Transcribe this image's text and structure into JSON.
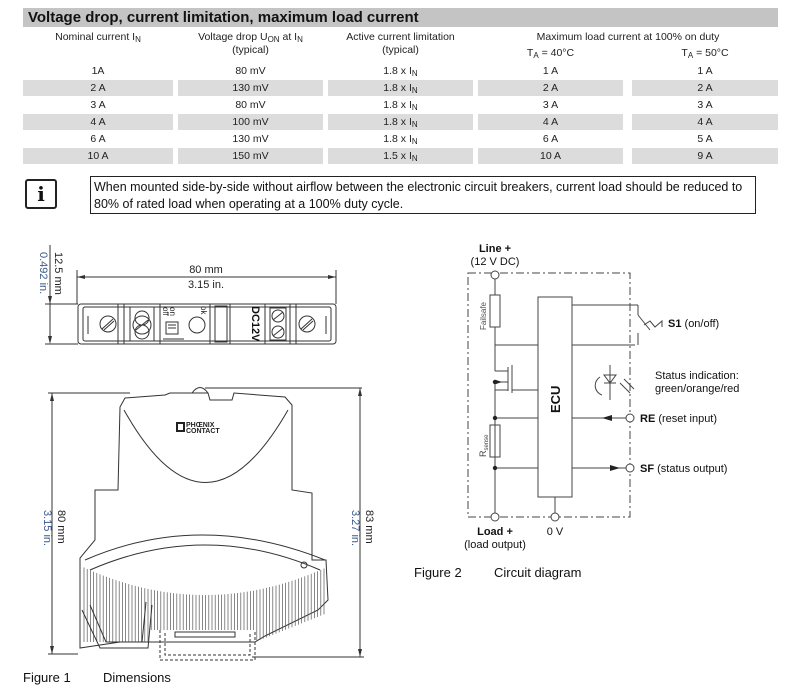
{
  "section": {
    "title": "Voltage drop, current limitation, maximum load current"
  },
  "table": {
    "headers": {
      "nominal": {
        "text": "Nominal current I",
        "sub": "N"
      },
      "voltage_drop": {
        "text": "Voltage drop U",
        "sub1": "ON",
        "mid": " at I",
        "sub2": "N",
        "line2": "(typical)"
      },
      "active_limit": {
        "line1": "Active current limitation",
        "line2": "(typical)"
      },
      "max_load": {
        "line1": "Maximum load current at 100% on duty",
        "ta40": {
          "text": "T",
          "sub": "A",
          "rest": " = 40°C"
        },
        "ta50": {
          "text": "T",
          "sub": "A",
          "rest": " = 50°C"
        }
      }
    },
    "rows": [
      {
        "nominal": "1A",
        "voltage_drop": "80 mV",
        "limit": "1.8 x I",
        "limit_sub": "N",
        "ta40": "1 A",
        "ta50": "1 A"
      },
      {
        "nominal": "2 A",
        "voltage_drop": "130 mV",
        "limit": "1.8 x I",
        "limit_sub": "N",
        "ta40": "2 A",
        "ta50": "2 A"
      },
      {
        "nominal": "3 A",
        "voltage_drop": "80 mV",
        "limit": "1.8 x I",
        "limit_sub": "N",
        "ta40": "3 A",
        "ta50": "3 A"
      },
      {
        "nominal": "4 A",
        "voltage_drop": "100 mV",
        "limit": "1.8 x I",
        "limit_sub": "N",
        "ta40": "4 A",
        "ta50": "4 A"
      },
      {
        "nominal": "6 A",
        "voltage_drop": "130 mV",
        "limit": "1.8 x I",
        "limit_sub": "N",
        "ta40": "6 A",
        "ta50": "5 A"
      },
      {
        "nominal": "10 A",
        "voltage_drop": "150 mV",
        "limit": "1.5 x I",
        "limit_sub": "N",
        "ta40": "10 A",
        "ta50": "9 A"
      }
    ]
  },
  "note": {
    "icon": "info-icon",
    "icon_glyph": "i",
    "text": "When mounted side-by-side without airflow between the electronic circuit breakers, current load should be reduced to 80% of rated load when operating at a 100% duty cycle."
  },
  "figure1": {
    "number": "Figure 1",
    "caption": "Dimensions",
    "width_mm": "80 mm",
    "width_in": "3.15 in.",
    "depth_mm": "12.5 mm",
    "depth_in": "0.492 in.",
    "height_mm": "80 mm",
    "height_in": "3.15 in.",
    "height2_mm": "83 mm",
    "height2_in": "3.27 in.",
    "device_label": "DC12V",
    "switch_on": "on",
    "switch_off": "off",
    "ok_label": "ok",
    "brand_line1": "PHŒNIX",
    "brand_line2": "CONTACT"
  },
  "figure2": {
    "number": "Figure 2",
    "caption": "Circuit diagram",
    "line_plus": "Line +",
    "line_voltage": "(12 V DC)",
    "failsafe": "Failsafe",
    "ecu": "ECU",
    "s1_bold": "S1",
    "s1_rest": " (on/off)",
    "status_line1": "Status indication:",
    "status_line2": "green/orange/red",
    "re_bold": "RE",
    "re_rest": " (reset input)",
    "sf_bold": "SF",
    "sf_rest": " (status output)",
    "rsense": "R",
    "rsense_sub": "sense",
    "load_plus": "Load +",
    "load_output": "(load output)",
    "zero_v": "0 V"
  },
  "colors": {
    "section_bar": "#c4c4c4",
    "row_shade": "#dcdcdc",
    "dimension_text": "#3a5a8c",
    "line": "#333333"
  }
}
